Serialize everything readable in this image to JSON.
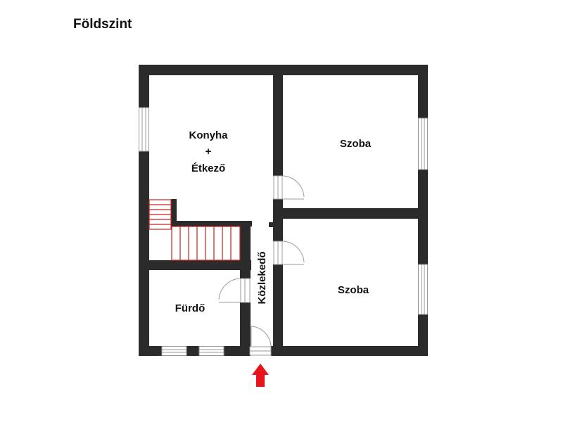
{
  "title": "Földszint",
  "rooms": {
    "kitchen": [
      "Konyha",
      "+",
      "Étkező"
    ],
    "room_top": "Szoba",
    "room_bottom": "Szoba",
    "bathroom": "Fürdő",
    "corridor": "Közlekedő"
  },
  "colors": {
    "wall": "#2b2b2b",
    "stairs": "#cc1f1f",
    "entrance_arrow": "#e8141c",
    "window_frame": "#9a9a9a"
  },
  "icons": {
    "entrance": "entrance-arrow-icon"
  }
}
